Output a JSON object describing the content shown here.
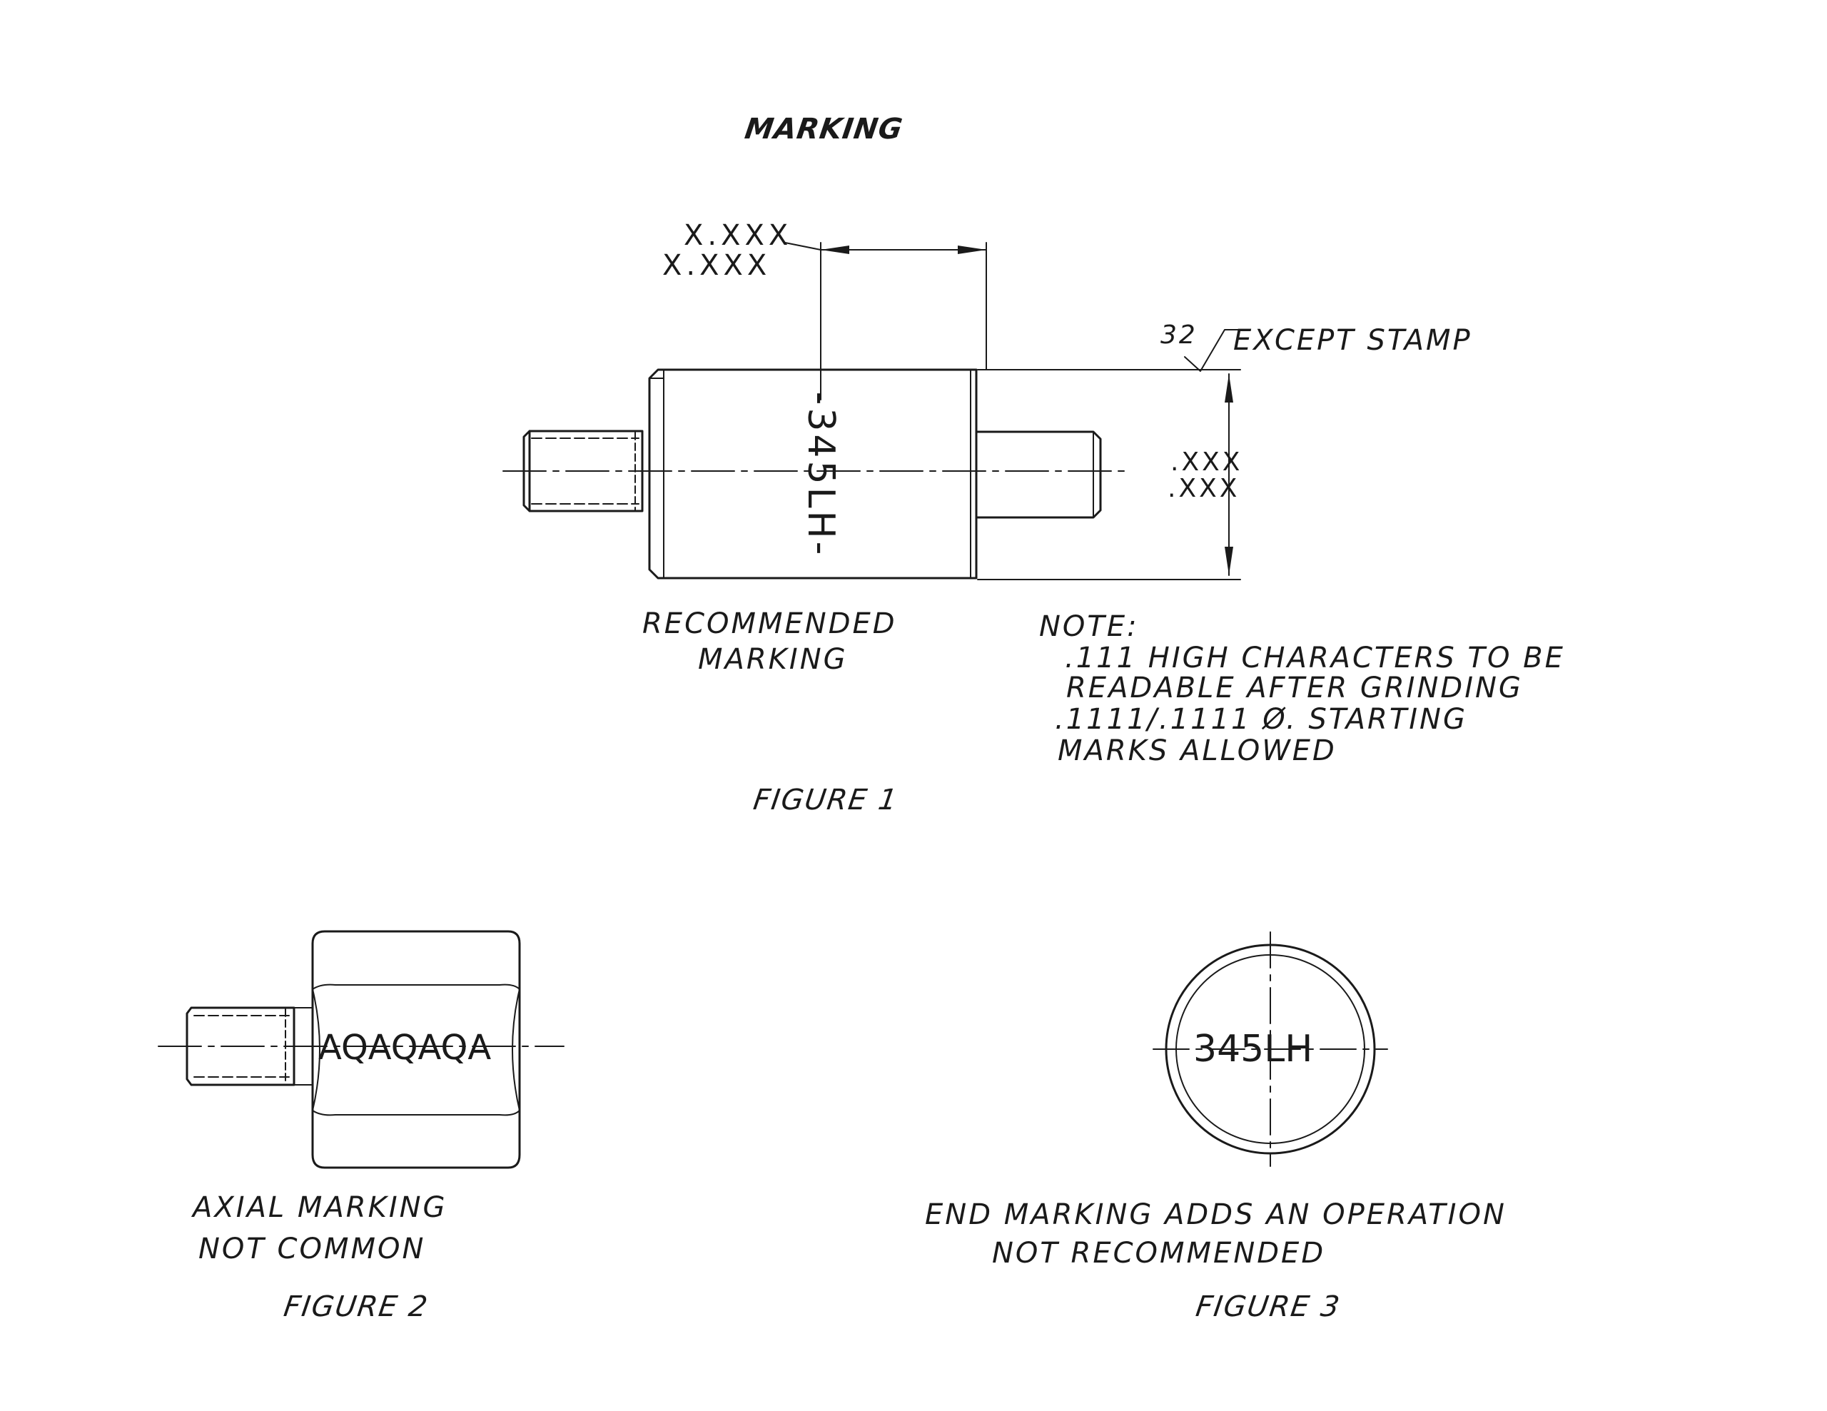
{
  "page_title": "MARKING",
  "figure1": {
    "caption": "FIGURE 1",
    "length_dim_upper": "X.XXX",
    "length_dim_lower": "X.XXX",
    "diameter_dim_upper": ".XXX",
    "diameter_dim_lower": ".XXX",
    "finish_value": "32",
    "finish_note": "EXCEPT STAMP",
    "stamp_text": "-345LH-",
    "marking_label_line1": "RECOMMENDED",
    "marking_label_line2": "MARKING",
    "note_heading": "NOTE:",
    "note_lines": [
      ".111 HIGH CHARACTERS TO BE",
      "READABLE AFTER GRINDING",
      ".1111/.1111 Ø. STARTING",
      "MARKS ALLOWED"
    ]
  },
  "figure2": {
    "caption": "FIGURE 2",
    "stamp_text": "AQAQAQA",
    "label_line1": "AXIAL MARKING",
    "label_line2": "NOT COMMON"
  },
  "figure3": {
    "caption": "FIGURE 3",
    "stamp_text": "345LH",
    "label_line1": "END MARKING ADDS AN OPERATION",
    "label_line2": "NOT RECOMMENDED"
  },
  "colors": {
    "ink": "#1a1a1a",
    "paper": "#ffffff"
  }
}
